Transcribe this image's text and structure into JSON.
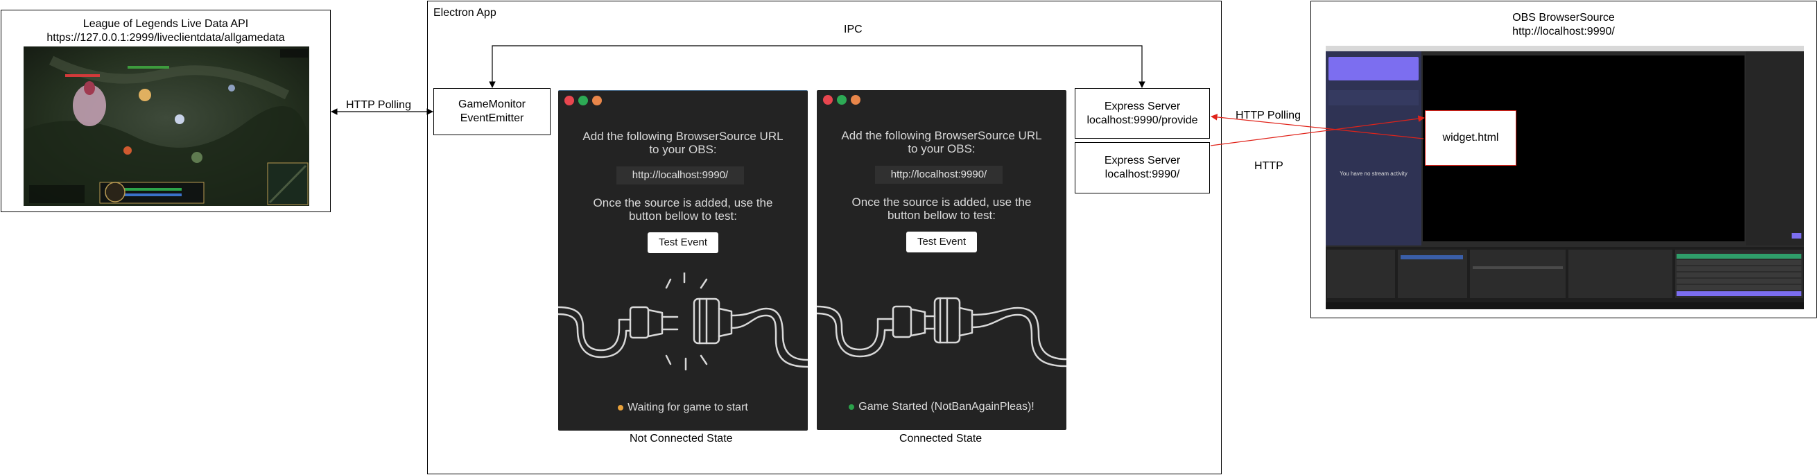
{
  "lol_box": {
    "title_line1": "League of Legends Live Data API",
    "title_line2": "https://127.0.0.1:2999/liveclientdata/allgamedata"
  },
  "http_polling_left": "HTTP Polling",
  "electron": {
    "title": "Electron App",
    "ipc_label": "IPC",
    "game_monitor": {
      "line1": "GameMonitor",
      "line2": "EventEmitter"
    },
    "express_provide": {
      "line1": "Express Server",
      "line2": "localhost:9990/provide"
    },
    "express_root": {
      "line1": "Express Server",
      "line2": "localhost:9990/"
    }
  },
  "panel_not_connected": {
    "instruction_line1": "Add the following BrowserSource URL",
    "instruction_line2": "to your OBS:",
    "url": "http://localhost:9990/",
    "test_line1": "Once the source is added, use the",
    "test_line2": "button bellow to test:",
    "button": "Test Event",
    "status": "Waiting for game to start",
    "status_color": "#e8a13a",
    "caption": "Not Connected State"
  },
  "panel_connected": {
    "instruction_line1": "Add the following BrowserSource URL",
    "instruction_line2": "to your OBS:",
    "url": "http://localhost:9990/",
    "test_line1": "Once the source is added, use the",
    "test_line2": "button bellow to test:",
    "button": "Test Event",
    "status": "Game Started (NotBanAgainPleas)!",
    "status_color": "#2aa14a",
    "caption": "Connected State"
  },
  "obs_box": {
    "title_line1": "OBS BrowserSource",
    "title_line2": "http://localhost:9990/",
    "widget_label": "widget.html",
    "no_stream_text": "You have no stream activity"
  },
  "http_polling_right": "HTTP Polling",
  "http_right": "HTTP",
  "colors": {
    "arrow_red": "#e0231a",
    "phone_bg": "#232323"
  }
}
